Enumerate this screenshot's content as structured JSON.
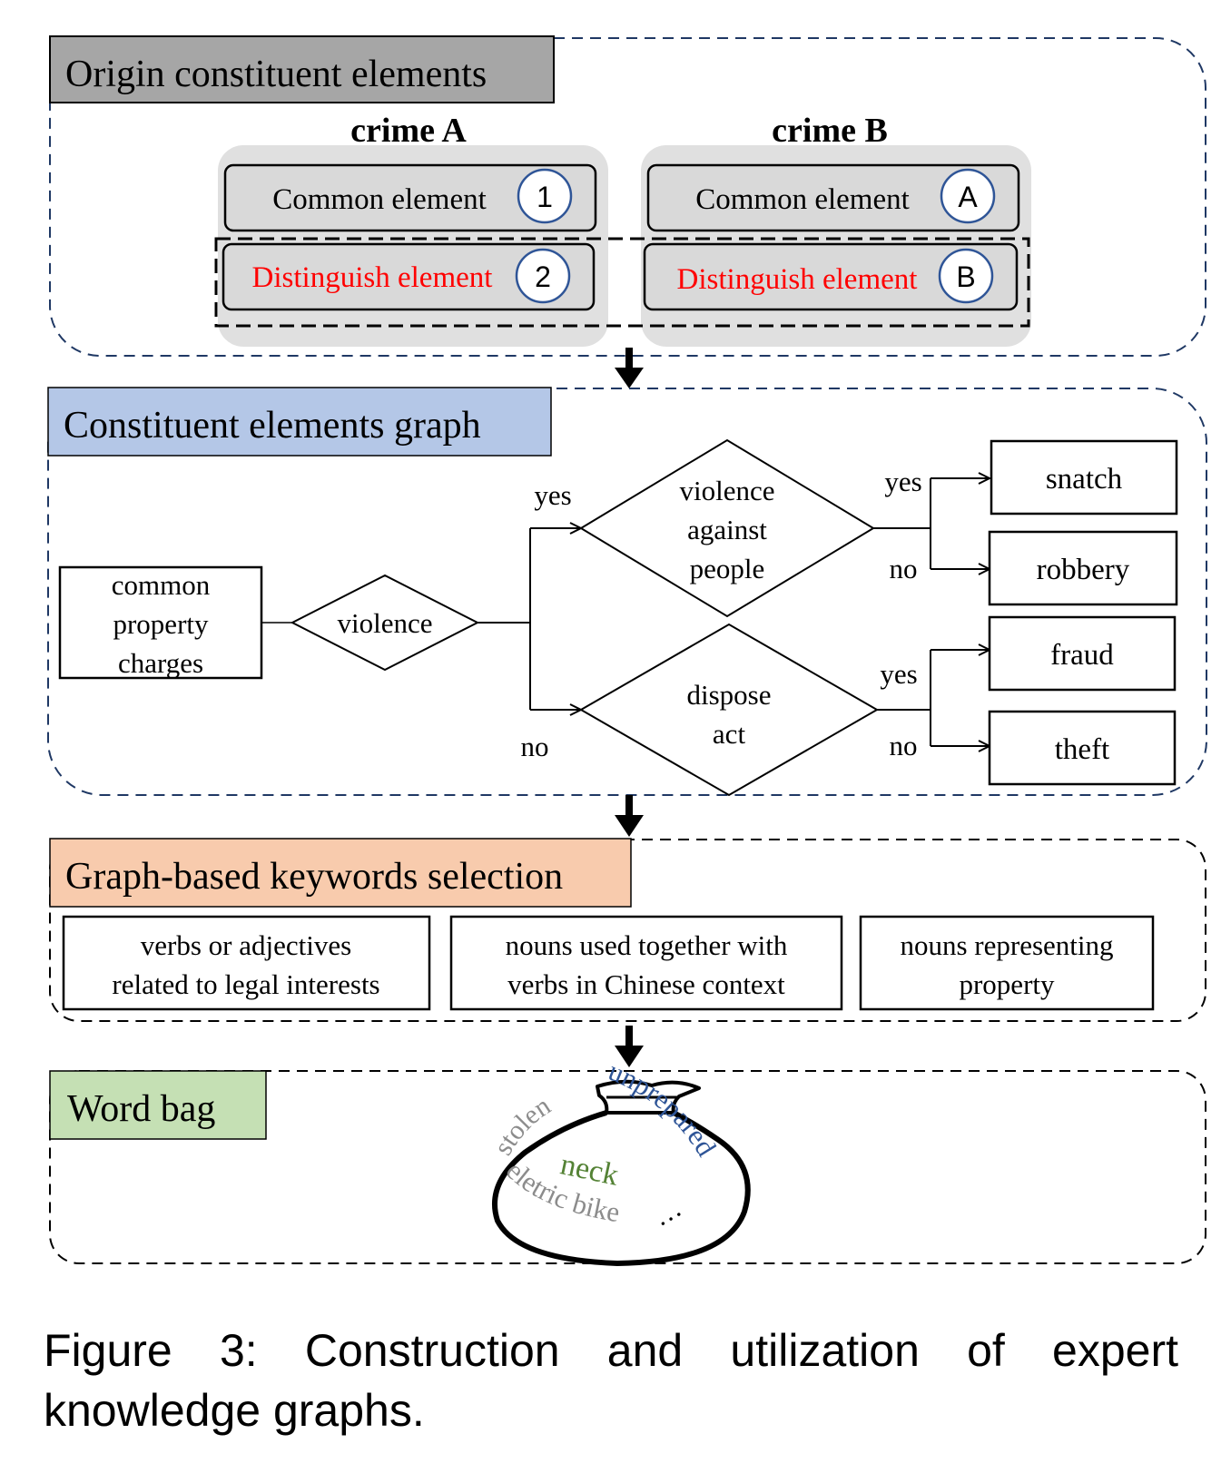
{
  "sections": {
    "origin": {
      "title": "Origin constituent elements",
      "crime_a": {
        "heading": "crime A",
        "common_label": "Common element",
        "common_marker": "1",
        "distinguish_label": "Distinguish element",
        "distinguish_marker": "2"
      },
      "crime_b": {
        "heading": "crime B",
        "common_label": "Common element",
        "common_marker": "A",
        "distinguish_label": "Distinguish element",
        "distinguish_marker": "B"
      }
    },
    "graph": {
      "title": "Constituent elements graph",
      "start_node": [
        "common",
        "property",
        "charges"
      ],
      "decision_violence": "violence",
      "decision_against_people": [
        "violence",
        "against",
        "people"
      ],
      "decision_dispose": [
        "dispose",
        "act"
      ],
      "edge_yes": "yes",
      "edge_no": "no",
      "outcomes": {
        "snatch": "snatch",
        "robbery": "robbery",
        "fraud": "fraud",
        "theft": "theft"
      }
    },
    "keywords": {
      "title": "Graph-based keywords selection",
      "box1": [
        "verbs or adjectives",
        "related to legal interests"
      ],
      "box2": [
        "nouns used together with",
        "verbs  in Chinese context"
      ],
      "box3": [
        "nouns representing",
        "property"
      ]
    },
    "wordbag": {
      "title": "Word bag",
      "words": {
        "stolen": "stolen",
        "neck": "neck",
        "unprepared": "unprepared",
        "eletric_bike": "eletric bike",
        "ellipsis": "…"
      }
    }
  },
  "caption": "Figure 3:  Construction and utilization of expert knowledge graphs.",
  "colors": {
    "origin_title_bg": "#a6a6a6",
    "graph_title_bg": "#b4c7e7",
    "keywords_title_bg": "#f8cbad",
    "wordbag_title_bg": "#c5e0b4",
    "element_box_bg": "#d9d9d9",
    "crime_panel_bg": "#e0e0e0",
    "distinguish_red": "#ff0000",
    "marker_blue": "#2f5597",
    "section_border_blue": "#1f3864",
    "word_gray": "#8c8c8c",
    "word_green": "#548235",
    "word_blue": "#2f5597"
  },
  "icons": [
    "down-arrow-icon",
    "word-bag-icon",
    "circle-marker-icon"
  ]
}
